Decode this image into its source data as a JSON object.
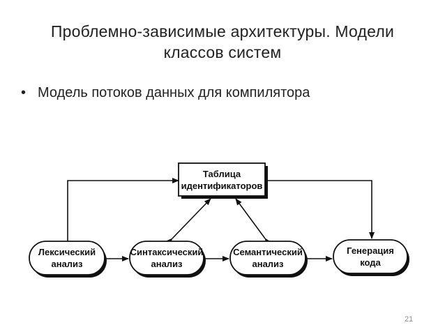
{
  "slide": {
    "title_line1": "Проблемно-зависимые архитектуры. Модели",
    "title_line2": "классов систем",
    "bullet_symbol": "•",
    "bullet": "Модель потоков данных для компилятора",
    "page_number": "21"
  },
  "diagram": {
    "nodes": {
      "symbol_table": {
        "line1": "Таблица",
        "line2": "идентификаторов"
      },
      "lexical": {
        "line1": "Лексический",
        "line2": "анализ"
      },
      "syntactic": {
        "line1": "Синтаксический",
        "line2": "анализ"
      },
      "semantic": {
        "line1": "Семантический",
        "line2": "анализ"
      },
      "codegen": {
        "line1": "Генерация",
        "line2": "кода"
      }
    }
  }
}
